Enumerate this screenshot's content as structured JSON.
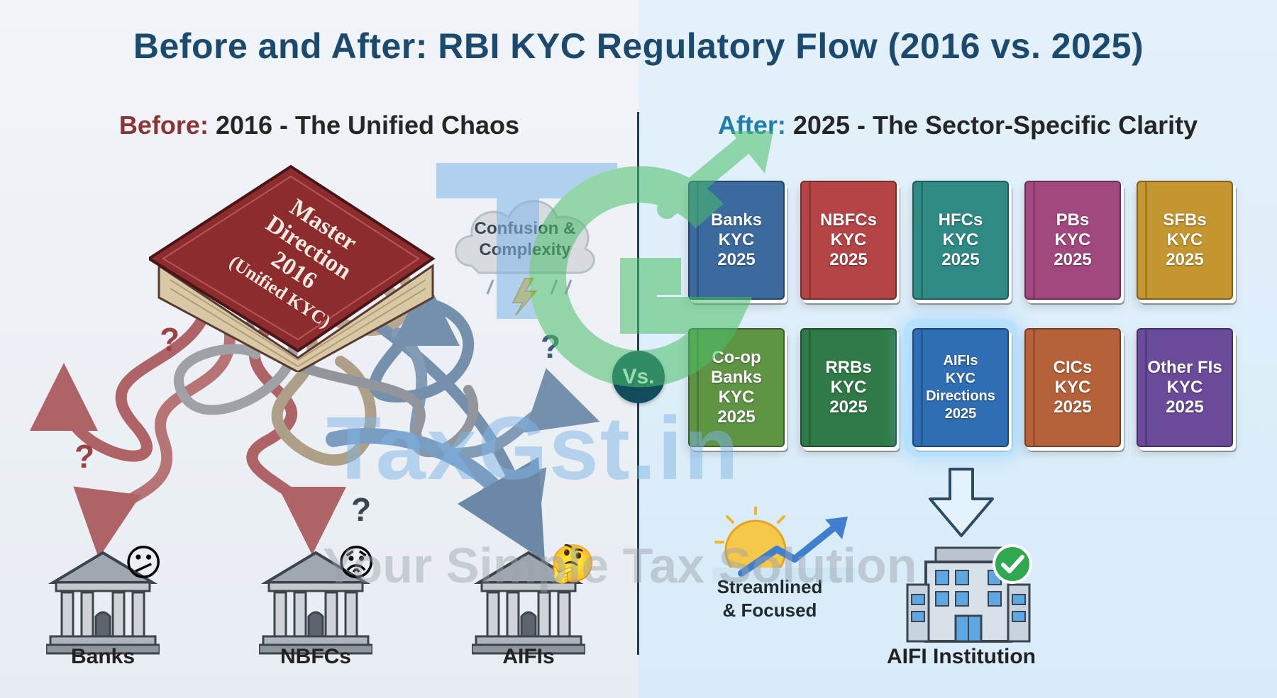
{
  "title": "Before and After: RBI KYC Regulatory Flow (2016 vs. 2025)",
  "before": {
    "prefix": "Before:",
    "title": "2016 - The Unified Chaos",
    "master_book": {
      "line1": "Master",
      "line2": "Direction",
      "line3": "2016",
      "line4": "(Unified KYC)"
    },
    "cloud_label": "Confusion & Complexity",
    "question_mark": "?",
    "institutions": [
      {
        "label": "Banks",
        "emoji": "😕"
      },
      {
        "label": "NBFCs",
        "emoji": "😟"
      },
      {
        "label": "AIFIs",
        "emoji": "🤔"
      }
    ]
  },
  "vs_label": "Vs.",
  "after": {
    "prefix": "After:",
    "title": "2025 - The Sector-Specific Clarity",
    "books": [
      {
        "label": "Banks\nKYC\n2025",
        "color": "#3b6a9e"
      },
      {
        "label": "NBFCs\nKYC\n2025",
        "color": "#b44445"
      },
      {
        "label": "HFCs\nKYC\n2025",
        "color": "#2f8a86"
      },
      {
        "label": "PBs\nKYC\n2025",
        "color": "#a1487f"
      },
      {
        "label": "SFBs\nKYC\n2025",
        "color": "#c4962f"
      },
      {
        "label": "Co-op\nBanks\nKYC\n2025",
        "color": "#5f9445"
      },
      {
        "label": "RRBs\nKYC\n2025",
        "color": "#2f7a47"
      },
      {
        "label": "AIFIs\nKYC\nDirections\n2025",
        "color": "#2f6eb4",
        "highlight": true
      },
      {
        "label": "CICs\nKYC\n2025",
        "color": "#b5623a"
      },
      {
        "label": "Other FIs\nKYC\n2025",
        "color": "#6a4a9a"
      }
    ],
    "streamlined_label": "Streamlined\n& Focused",
    "aifi_institution_label": "AIFI Institution"
  },
  "watermark": {
    "brand": "TaxGst.in",
    "tagline": "Your Simple Tax Solution"
  },
  "colors": {
    "title": "#1c4a6e",
    "before_accent": "#8a3436",
    "after_accent": "#1e7fae",
    "divider": "#1e3f57",
    "vs_badge": "#124c5c",
    "check_green": "#2fa84f"
  }
}
